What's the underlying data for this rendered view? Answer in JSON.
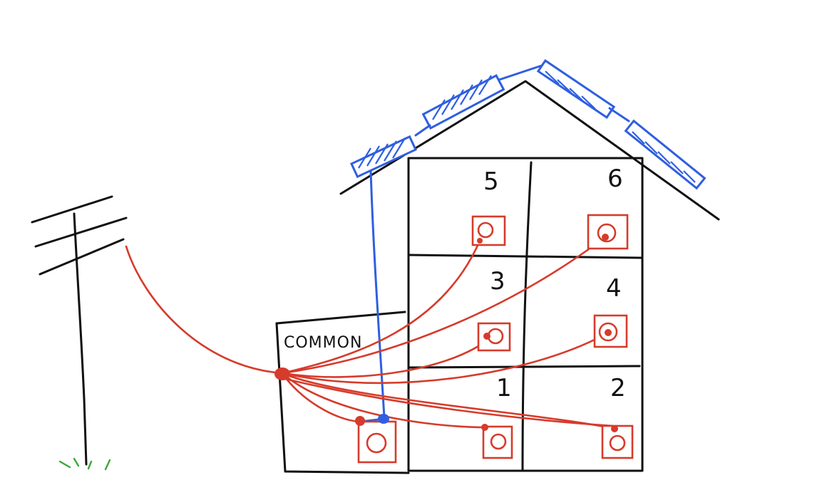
{
  "labels": {
    "common": "COMMON",
    "units": [
      "1",
      "2",
      "3",
      "4",
      "5",
      "6"
    ]
  },
  "colors": {
    "ink": "#111111",
    "grid_wire": "#d63b2b",
    "solar": "#2f5fe0",
    "grass": "#3aa83a"
  }
}
